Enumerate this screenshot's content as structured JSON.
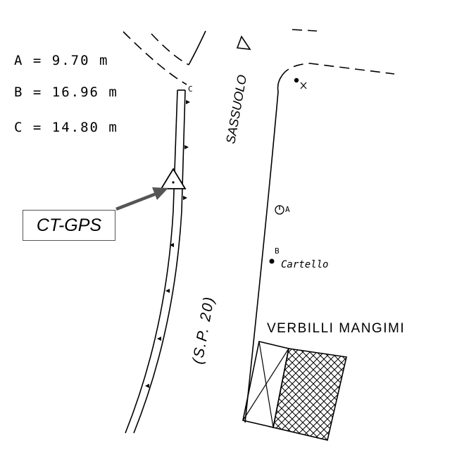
{
  "measurements": [
    {
      "label": "A",
      "value": "9.70 m"
    },
    {
      "label": "B",
      "value": "16.96 m"
    },
    {
      "label": "C",
      "value": "14.80 m"
    }
  ],
  "station_label": "CT-GPS",
  "road_name": "SASSUOLO",
  "road_code": "(S.P. 20)",
  "building_label": "VERBILLI MANGIMI",
  "point_labels": {
    "a": "A",
    "b": "B",
    "c": "C",
    "sign": "Cartello"
  }
}
